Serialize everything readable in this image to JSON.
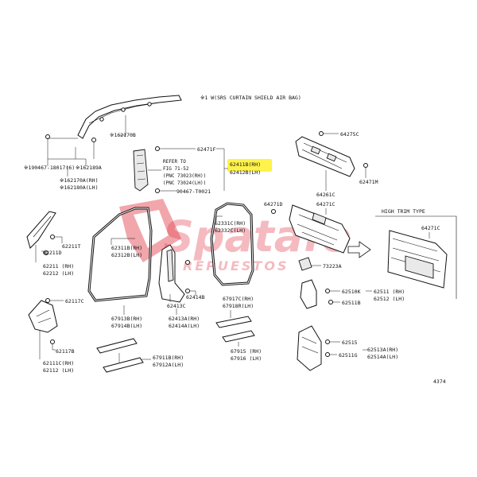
{
  "watermark": {
    "brand": "Spatafo",
    "sub": "REPUESTOS",
    "color": "#e23b4a"
  },
  "highlight_color": "#fff24a",
  "notes": {
    "srs": "※1 W(SRS CURTAIN SHIELD AIR BAG)",
    "refer_1": "REFER TO",
    "refer_2": "FIG 71-52",
    "refer_3": "(PNC 73023(RH))",
    "refer_4": "(PNC 73024(LH))",
    "high_trim": "HIGH TRIM TYPE"
  },
  "labels": {
    "p162170B": "※162170B",
    "p90467_18017": "※190467-18017(6)",
    "p162189A": "※162189A",
    "p162170A": "※162170A(RH)",
    "p162180A": "※162180A(LH)",
    "p62471F": "62471F",
    "p62411B": "62411B(RH)",
    "p62412B": "62412B(LH)",
    "p90467_T0021": "90467-T0021",
    "p64275C": "64275C",
    "p62471M": "62471M",
    "p64261C": "64261C",
    "p64271D": "64271D",
    "p64271C_a": "64271C",
    "p64271C_b": "64271C",
    "p62211T": "62211T",
    "p62211D": "62211D",
    "p62211": "62211 (RH)",
    "p62212": "62212 (LH)",
    "p62311B": "62311B(RH)",
    "p62312B": "62312B(LH)",
    "p62331C": "62331C(RH)",
    "p62332C": "62332C(LH)",
    "p73223A": "73223A",
    "p62510K": "62510K",
    "p62511B_a": "62511B",
    "p62511": "62511 (RH)",
    "p62512": "62512 (LH)",
    "p62117C": "62117C",
    "p62414B": "62414B",
    "p62413C": "62413C",
    "p67917C": "67917C(RH)",
    "p67918R": "67918R(LH)",
    "p67913B": "67913B(RH)",
    "p67914B": "67914B(LH)",
    "p62413A": "62413A(RH)",
    "p62414A": "62414A(LH)",
    "p62117B": "62117B",
    "p62111C": "62111C(RH)",
    "p62112": "62112 (LH)",
    "p67911B": "67911B(RH)",
    "p67912A": "67912A(LH)",
    "p67915": "67915 (RH)",
    "p67916": "67916 (LH)",
    "p62515": "62515",
    "p62511G": "62511G",
    "p62513A": "62513A(RH)",
    "p62514A": "62514A(LH)",
    "figure_no": "4374"
  }
}
